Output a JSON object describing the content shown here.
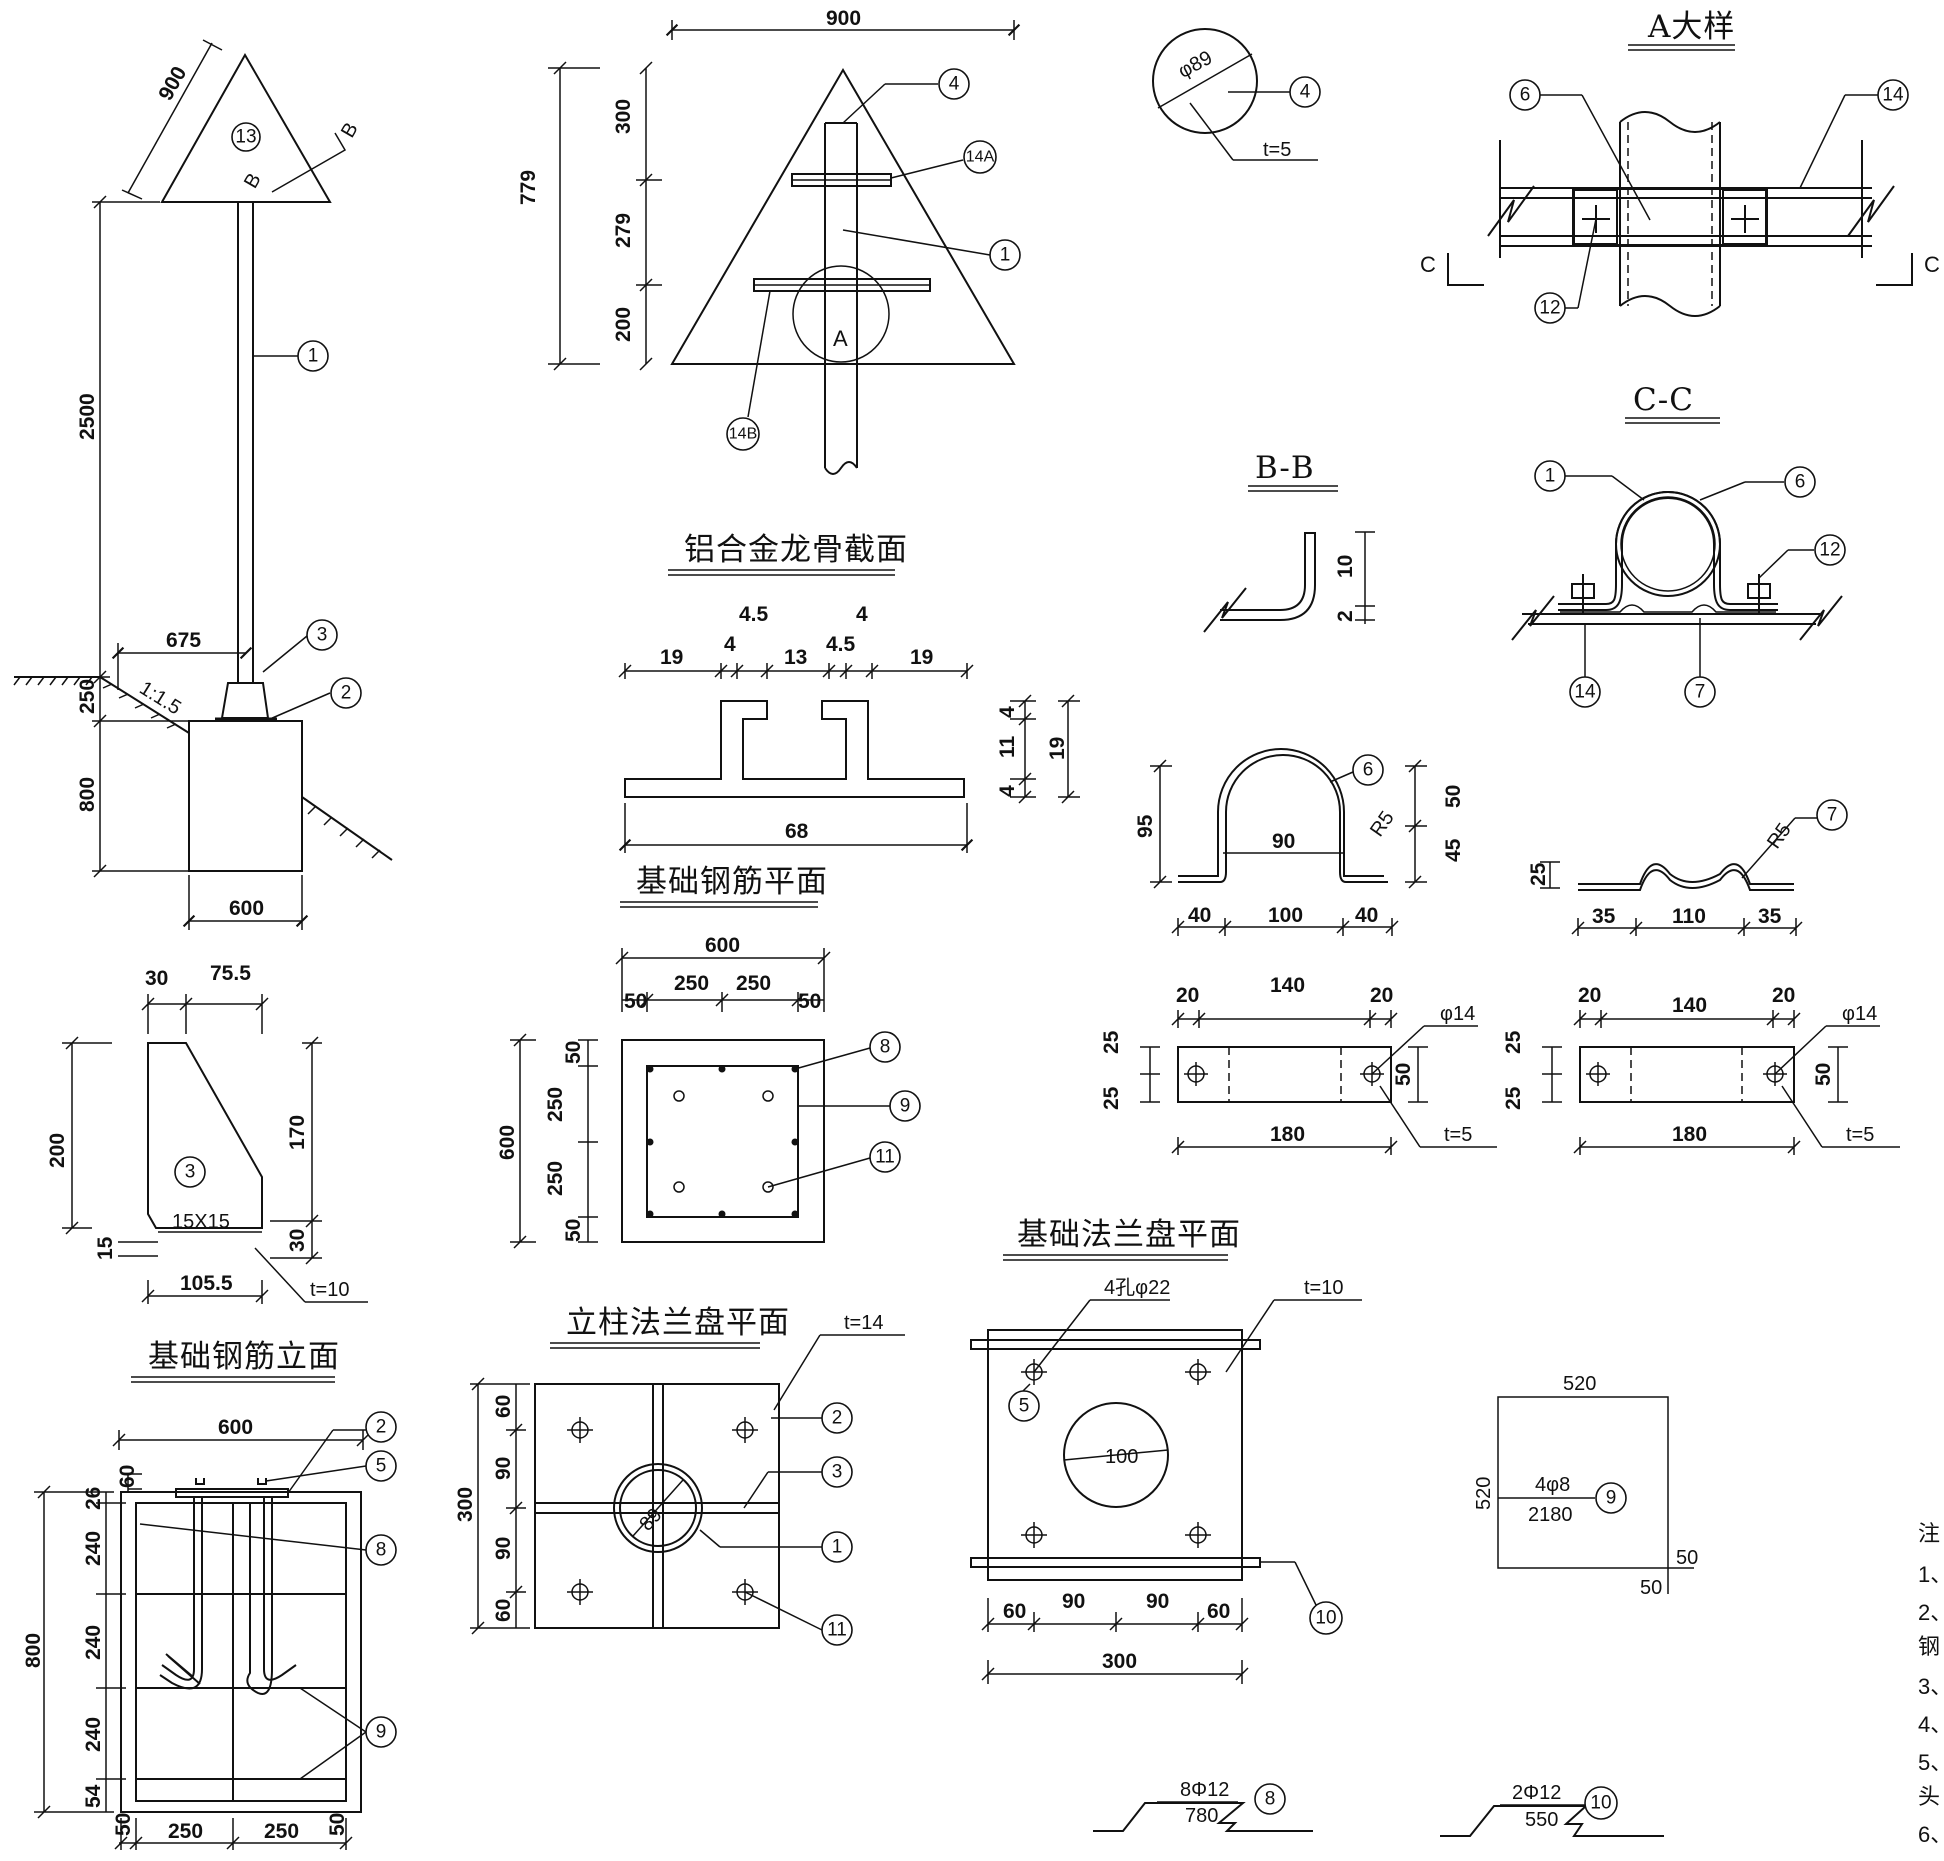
{
  "titles": {
    "detail_a": "A大样",
    "section_bb": "B-B",
    "section_cc": "C-C",
    "keel": "铝合金龙骨截面",
    "fnd_rebar_plan": "基础钢筋平面",
    "fnd_rebar_elev": "基础钢筋立面",
    "post_flange": "立柱法兰盘平面",
    "fnd_flange": "基础法兰盘平面"
  },
  "elevation": {
    "dims": {
      "side": "900",
      "height": "2500",
      "depth_top": "250",
      "depth": "800",
      "width": "600",
      "offset": "675",
      "slope": "1:1.5"
    },
    "section_marks": [
      "B",
      "B"
    ]
  },
  "front": {
    "dims": {
      "width": "900",
      "total": "779",
      "h1": "300",
      "h2": "279",
      "h3": "200"
    },
    "detail_mark": "A"
  },
  "pipe": {
    "dia": "φ89",
    "thk": "t=5"
  },
  "rib": {
    "dims": {
      "top": "30",
      "top2": "75.5",
      "height": "200",
      "right": "170",
      "low": "30",
      "chamfer_h": "15",
      "chamfer": "15X15",
      "bottom": "105.5"
    },
    "thk": "t=10"
  },
  "bb": {
    "dims": {
      "a": "10",
      "b": "2"
    }
  },
  "keel": {
    "dims": {
      "a": "19",
      "b": "4",
      "c": "13",
      "d": "19",
      "e": "4.5",
      "f": "4",
      "g": "4.5",
      "h": "4",
      "total": "68",
      "v1": "4",
      "v2": "11",
      "v3": "4",
      "vt": "19"
    }
  },
  "clamp6": {
    "dims": {
      "h": "95",
      "inner": "90",
      "r": "R5",
      "v1": "50",
      "v2": "45",
      "b1": "40",
      "b2": "100",
      "b3": "40"
    }
  },
  "clamp7": {
    "dims": {
      "h": "25",
      "r": "R5",
      "b1": "35",
      "b2": "110",
      "b3": "35"
    }
  },
  "plate_l": {
    "dims": {
      "a": "20",
      "b": "140",
      "c": "20",
      "hole": "φ14",
      "v1": "25",
      "v2": "25",
      "h": "50",
      "total": "180"
    },
    "thk": "t=5"
  },
  "plate_r": {
    "dims": {
      "a": "20",
      "b": "140",
      "c": "20",
      "hole": "φ14",
      "v1": "25",
      "v2": "25",
      "h": "50",
      "total": "180"
    },
    "thk": "t=5"
  },
  "rebar_plan": {
    "dims": {
      "total": "600",
      "a": "50",
      "b": "250",
      "c": "250",
      "d": "50",
      "v_total": "600",
      "v1": "50",
      "v2": "250",
      "v3": "250",
      "v4": "50"
    }
  },
  "rebar_elev": {
    "dims": {
      "width": "600",
      "top": "60",
      "h": "800",
      "v1": "26",
      "v2": "240",
      "v3": "240",
      "v4": "240",
      "v5": "54",
      "b1": "50",
      "b2": "250",
      "b3": "250",
      "b4": "50"
    }
  },
  "post_flange": {
    "thk": "t=14",
    "dims": {
      "h": "300",
      "v1": "60",
      "v2": "90",
      "v3": "90",
      "v4": "60"
    },
    "pipe": "89"
  },
  "fnd_flange": {
    "holes": "4孔φ22",
    "thk": "t=10",
    "center": "100",
    "dims": {
      "a": "60",
      "b": "90",
      "c": "90",
      "d": "60",
      "total": "300"
    }
  },
  "stirrup": {
    "w": "520",
    "h": "520",
    "spec": "4φ8",
    "len": "2180",
    "hook1": "50",
    "hook2": "50"
  },
  "bar8": {
    "spec": "8Φ12",
    "len": "780"
  },
  "bar10": {
    "spec": "2Φ12",
    "len": "550"
  },
  "notes": {
    "head": "注",
    "items": [
      "1、",
      "2、",
      "钢",
      "3、",
      "4、",
      "5、",
      "头",
      "6、"
    ]
  },
  "labels": {
    "n1": "1",
    "n2": "2",
    "n3": "3",
    "n4": "4",
    "n5": "5",
    "n6": "6",
    "n7": "7",
    "n8": "8",
    "n9": "9",
    "n10": "10",
    "n11": "11",
    "n12": "12",
    "n13": "13",
    "n14": "14",
    "n14a": "14A",
    "n14b": "14B",
    "cmark": "C"
  }
}
